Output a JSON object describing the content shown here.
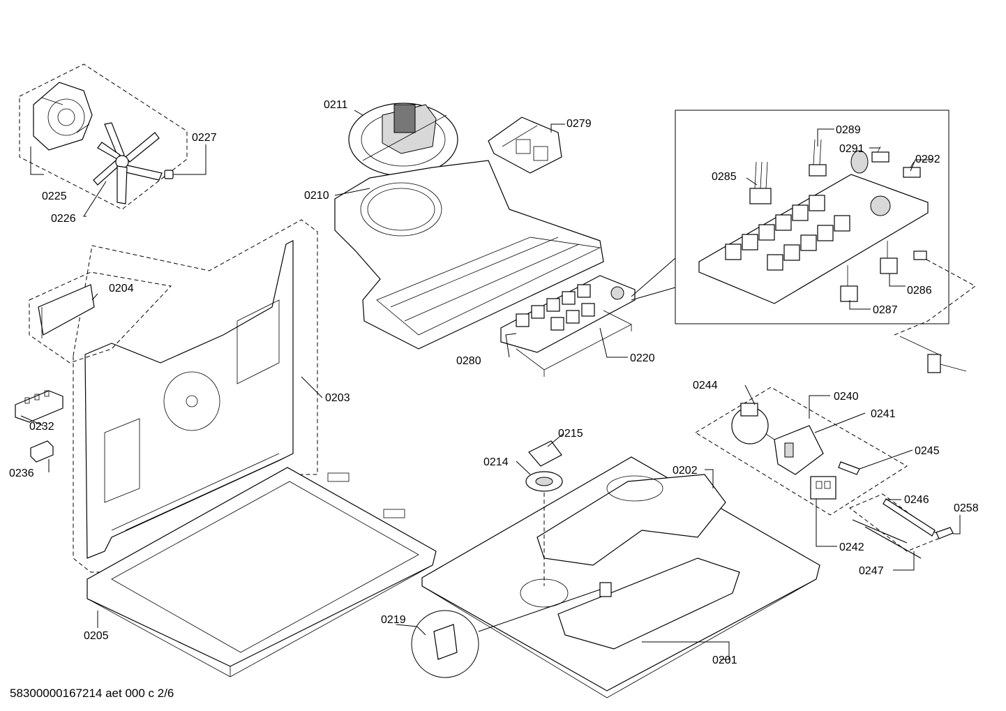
{
  "footer": {
    "doc_id": "58300000167214 aet 000 c 2/6"
  },
  "labels": {
    "p0201": "0201",
    "p0202": "0202",
    "p0203": "0203",
    "p0204": "0204",
    "p0205": "0205",
    "p0210": "0210",
    "p0211": "0211",
    "p0214": "0214",
    "p0215": "0215",
    "p0219": "0219",
    "p0220": "0220",
    "p0225": "0225",
    "p0226": "0226",
    "p0227": "0227",
    "p0232": "0232",
    "p0236": "0236",
    "p0240": "0240",
    "p0241": "0241",
    "p0242": "0242",
    "p0244": "0244",
    "p0245": "0245",
    "p0246": "0246",
    "p0247": "0247",
    "p0258": "0258",
    "p0279": "0279",
    "p0280": "0280",
    "p0285": "0285",
    "p0286": "0286",
    "p0287": "0287",
    "p0289": "0289",
    "p0291": "0291",
    "p0292": "0292"
  },
  "colors": {
    "line": "#000000",
    "background": "#ffffff"
  }
}
